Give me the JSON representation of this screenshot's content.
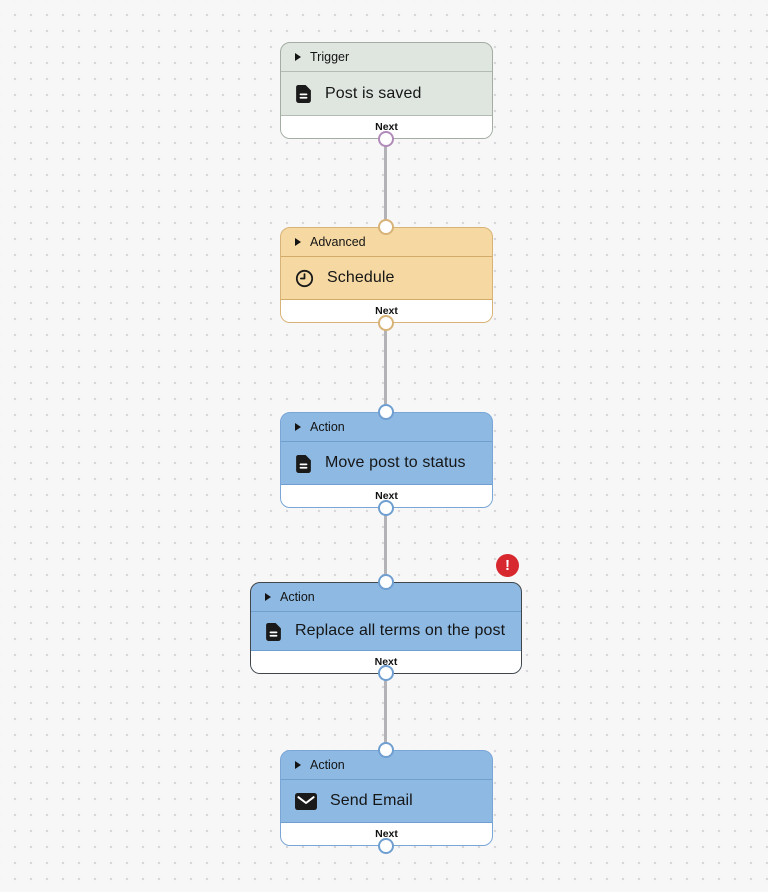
{
  "canvas": {
    "background_color": "#f7f7f8",
    "dot_color": "#d7d7db",
    "connection_line_color": "#b3b3b7"
  },
  "nodes": [
    {
      "category": "Trigger",
      "title": "Post is saved",
      "footer_label": "Next",
      "icon": "document-icon",
      "body_color": "#dfe5df",
      "border_color": "#a3ada3",
      "port_color": "#b08ab8",
      "selected": false,
      "has_error": false
    },
    {
      "category": "Advanced",
      "title": "Schedule",
      "footer_label": "Next",
      "icon": "clock-icon",
      "body_color": "#f6d9a2",
      "border_color": "#d8b377",
      "port_color": "#d8b377",
      "selected": false,
      "has_error": false
    },
    {
      "category": "Action",
      "title": "Move post to status",
      "footer_label": "Next",
      "icon": "document-icon",
      "body_color": "#8db9e3",
      "border_color": "#79a6d6",
      "port_color": "#6f9fd0",
      "selected": false,
      "has_error": false
    },
    {
      "category": "Action",
      "title": "Replace all terms on the post",
      "footer_label": "Next",
      "icon": "document-icon",
      "body_color": "#8db9e3",
      "border_color": "#41464b",
      "port_color": "#6f9fd0",
      "selected": true,
      "has_error": true
    },
    {
      "category": "Action",
      "title": "Send Email",
      "footer_label": "Next",
      "icon": "envelope-icon",
      "body_color": "#8db9e3",
      "border_color": "#79a6d6",
      "port_color": "#6f9fd0",
      "selected": false,
      "has_error": false
    }
  ],
  "error_badge": {
    "symbol": "!",
    "color": "#d7282f"
  }
}
